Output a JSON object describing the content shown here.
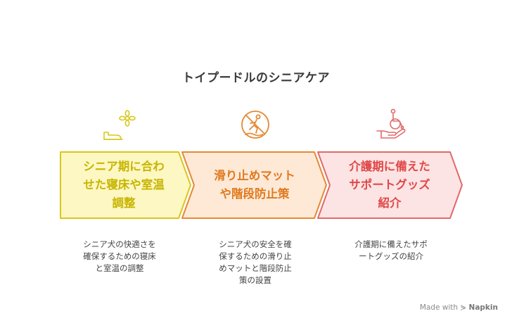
{
  "title": "トイプードルのシニアケア",
  "steps": [
    {
      "label": "シニア期に合わ\nせた寝床や室温\n調整",
      "description": "シニア犬の快適さを\n確保するための寝床\nと室温の調整",
      "icon": "bed-flower-icon",
      "fill": "#fdf7c3",
      "stroke": "#d8c81a",
      "text_color": "#c7b500"
    },
    {
      "label": "滑り止めマット\nや階段防止策",
      "description": "シニア犬の安全を確\n保するための滑り止\nめマットと階段防止\n策の設置",
      "icon": "no-slip-icon",
      "fill": "#fde9d6",
      "stroke": "#e58a35",
      "text_color": "#e07a1f"
    },
    {
      "label": "介護期に備えた\nサポートグッズ\n紹介",
      "description": "介護期に備えたサポ\nートグッズの紹介",
      "icon": "wheelchair-hand-icon",
      "fill": "#fde4e4",
      "stroke": "#e06a6a",
      "text_color": "#e04848"
    }
  ],
  "brand": {
    "prefix": "Made with",
    "name": "Napkin"
  }
}
